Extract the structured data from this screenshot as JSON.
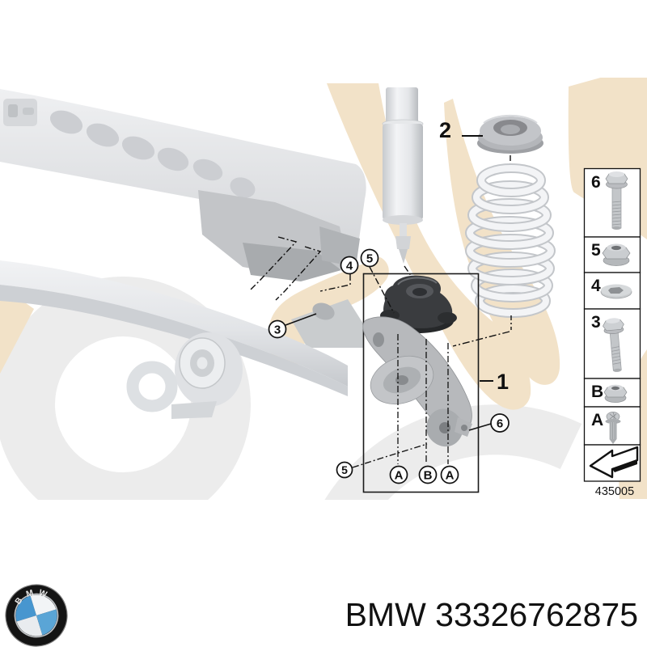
{
  "diagram": {
    "callouts": {
      "part_1": "1",
      "part_2": "2",
      "part_3": "3",
      "part_4": "4",
      "part_5_top": "5",
      "part_5_bottom": "5",
      "part_6": "6",
      "bolt_a_left": "A",
      "bolt_b": "B",
      "bolt_a_right": "A"
    },
    "legend": {
      "rows": [
        {
          "label": "6",
          "icon": "hex-flange-bolt-long-icon"
        },
        {
          "label": "5",
          "icon": "flange-nut-icon"
        },
        {
          "label": "4",
          "icon": "washer-icon"
        },
        {
          "label": "3",
          "icon": "hex-flange-bolt-icon"
        },
        {
          "label": "B",
          "icon": "flange-nut-small-icon"
        },
        {
          "label": "A",
          "icon": "ribbed-collar-screw-icon"
        },
        {
          "label": "",
          "icon": "mounting-direction-arrow-icon"
        }
      ],
      "diagram_number": "435005"
    }
  },
  "footer": {
    "logo": "bmw-roundel-logo",
    "logo_letters": [
      "B",
      "M",
      "W"
    ],
    "text": "BMW 33326762875"
  },
  "colors": {
    "beige": "#f2e2c8",
    "swirl_gray": "#ececec",
    "line": "#111111",
    "metal_light": "#e9eaec",
    "metal_mid": "#c9ccd0",
    "metal_dark": "#9aa0a5",
    "rubber_dark": "#38393c",
    "bmw_blue": "#4796cf"
  }
}
